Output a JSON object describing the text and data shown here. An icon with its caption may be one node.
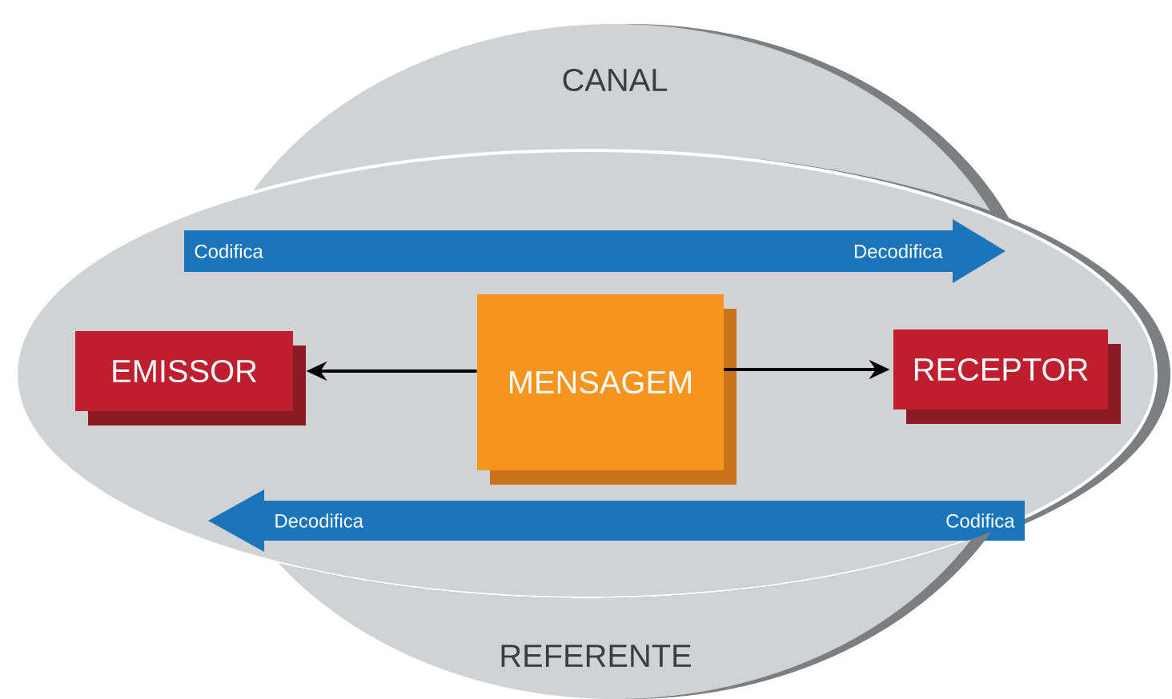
{
  "diagram": {
    "nodes": [
      {
        "text": [
          "CANAL"
        ]
      },
      {
        "text": [],
        "shape": "ellipse"
      },
      {
        "text": [
          "Codifica",
          "Decodifica"
        ],
        "in": 1
      },
      {
        "text": [
          "EMISSOR"
        ],
        "in": 1
      },
      {
        "text": [
          "MENSAGEM"
        ],
        "in": 1
      },
      {
        "text": [
          "RECEPTOR"
        ],
        "in": 1
      },
      {
        "text": [
          "Decodifica",
          "Codifica"
        ],
        "in": 1
      },
      {
        "text": [
          "REFERENTE"
        ]
      }
    ],
    "edges": [
      {
        "from": 4,
        "to": 3,
        "arrow": "to"
      },
      {
        "from": 4,
        "to": 5,
        "arrow": "to"
      }
    ]
  }
}
